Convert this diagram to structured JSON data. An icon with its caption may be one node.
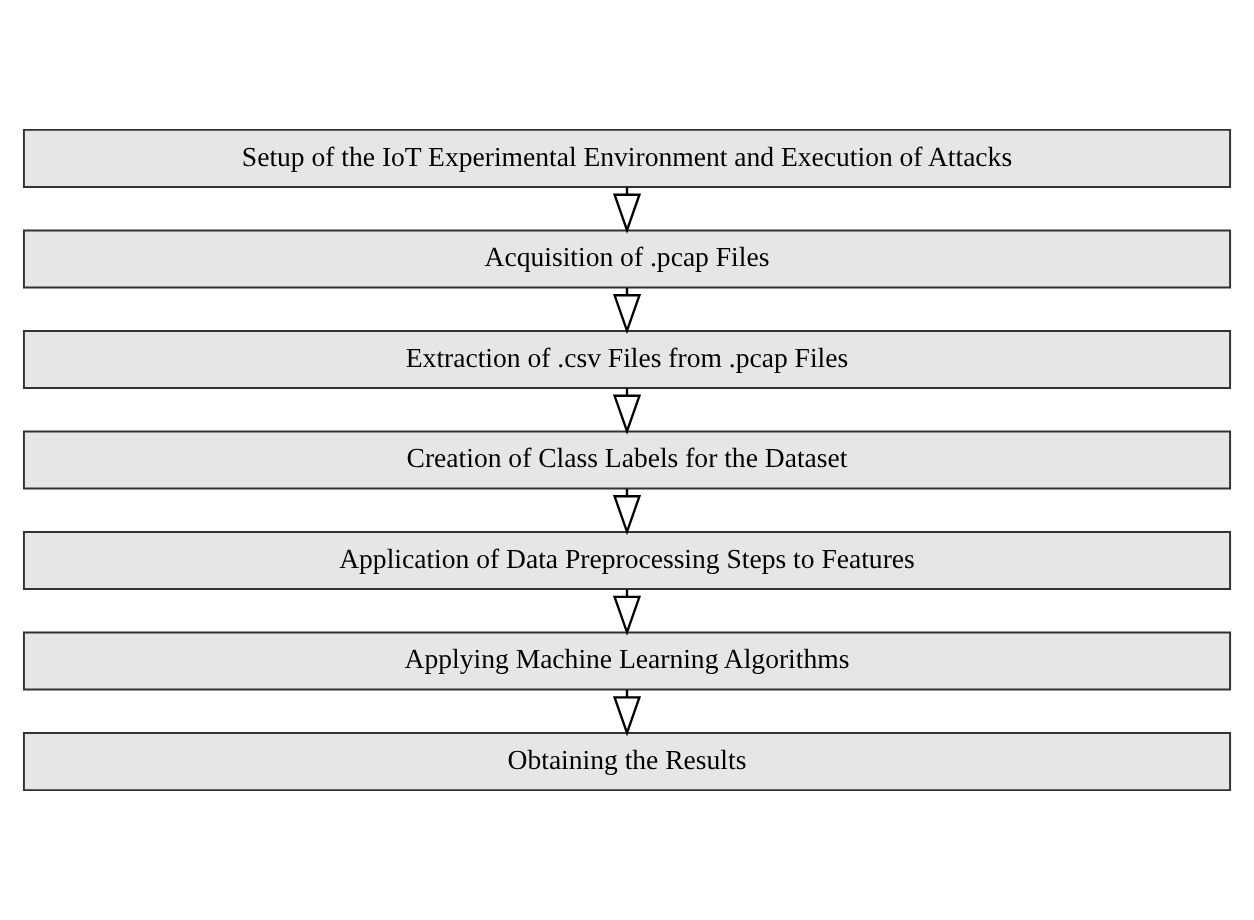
{
  "diagram": {
    "nodes": [
      {
        "text": [
          "Setup of the IoT Experimental Environment and Execution of Attacks"
        ]
      },
      {
        "text": [
          "Acquisition of .pcap Files"
        ]
      },
      {
        "text": [
          "Extraction of .csv Files from .pcap Files"
        ]
      },
      {
        "text": [
          "Creation of Class Labels for the Dataset"
        ]
      },
      {
        "text": [
          "Application of Data Preprocessing Steps to Features"
        ]
      },
      {
        "text": [
          "Applying Machine Learning Algorithms"
        ]
      },
      {
        "text": [
          "Obtaining the Results"
        ]
      }
    ],
    "edges": [
      {
        "from": 0,
        "to": 1,
        "arrow": "to"
      },
      {
        "from": 1,
        "to": 2,
        "arrow": "to"
      },
      {
        "from": 2,
        "to": 3,
        "arrow": "to"
      },
      {
        "from": 3,
        "to": 4,
        "arrow": "to"
      },
      {
        "from": 4,
        "to": 5,
        "arrow": "to"
      },
      {
        "from": 5,
        "to": 6,
        "arrow": "to"
      }
    ]
  }
}
